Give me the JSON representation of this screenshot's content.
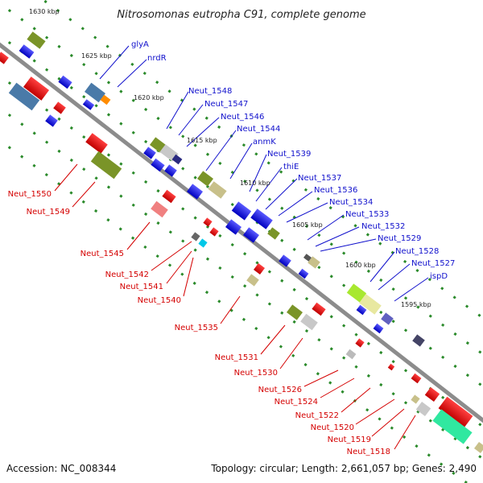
{
  "title": "Nitrosomonas eutropha C91, complete genome",
  "accession": "Accession: NC_008344",
  "summary": "Topology: circular; Length: 2,661,057 bp; Genes: 2,490",
  "scale_marks": [
    "1630 kbp",
    "1625 kbp",
    "1620 kbp",
    "1615 kbp",
    "1610 kbp",
    "1605 kbp",
    "1600 kbp",
    "1595 kbp"
  ],
  "labels_blue": [
    "glyA",
    "nrdR",
    "Neut_1548",
    "Neut_1547",
    "Neut_1546",
    "Neut_1544",
    "anmK",
    "Neut_1539",
    "thiE",
    "Neut_1537",
    "Neut_1536",
    "Neut_1534",
    "Neut_1533",
    "Neut_1532",
    "Neut_1529",
    "Neut_1528",
    "Neut_1527",
    "ispD"
  ],
  "labels_red": [
    "Neut_1550",
    "Neut_1549",
    "Neut_1545",
    "Neut_1542",
    "Neut_1541",
    "Neut_1540",
    "Neut_1535",
    "Neut_1531",
    "Neut_1530",
    "Neut_1526",
    "Neut_1524",
    "Neut_1522",
    "Neut_1520",
    "Neut_1519",
    "Neut_1518"
  ],
  "colors": {
    "backbone": "#8c8c8c",
    "forward_cds": "#1a1adb",
    "reverse_cds": "#e00000",
    "olive": "#7a9428",
    "khaki": "#c8c08a",
    "steel": "#4a7aa8",
    "lime": "#a8e830",
    "teal": "#30e8a0",
    "slate": "#444466",
    "dotted_track": "#228822"
  }
}
